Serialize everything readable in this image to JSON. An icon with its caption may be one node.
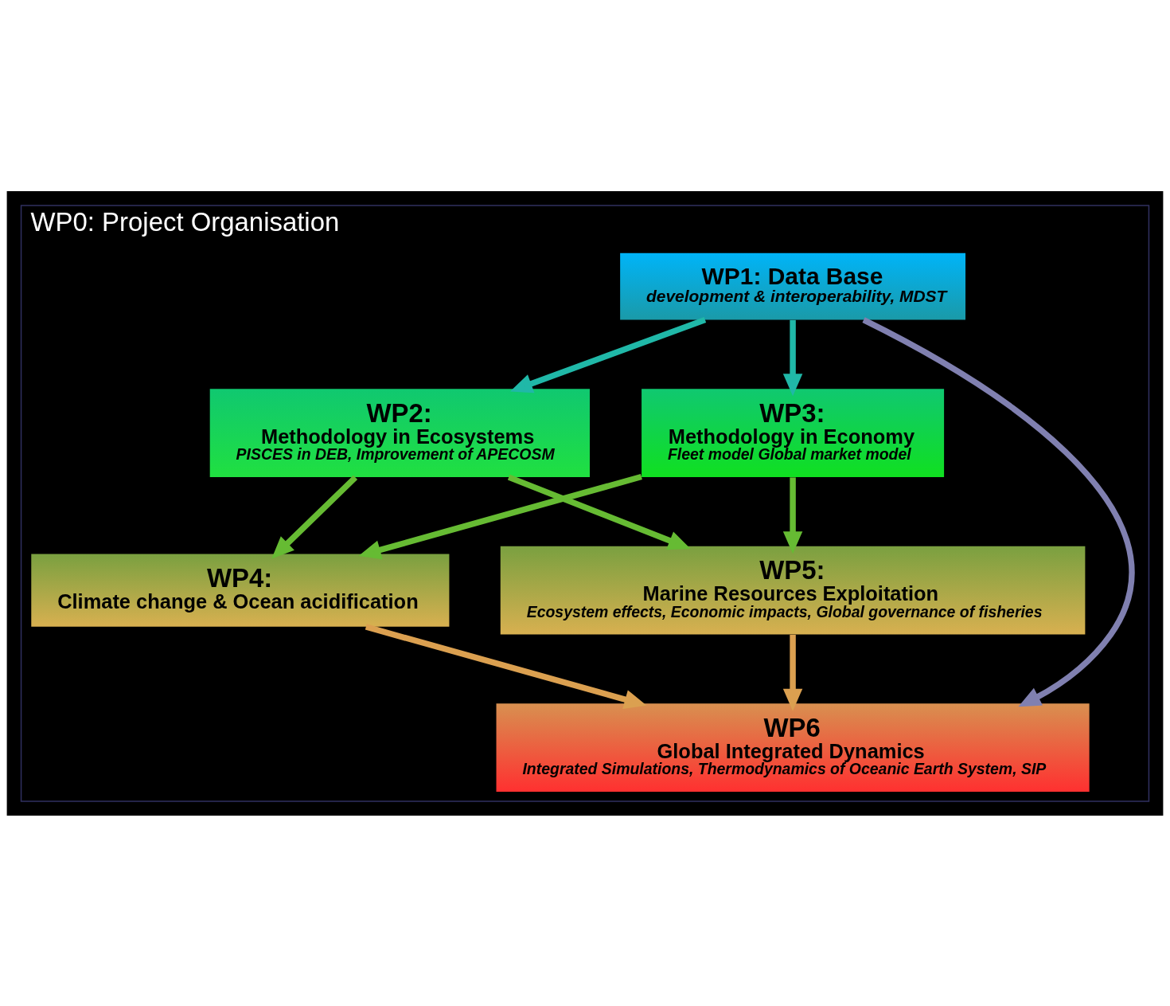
{
  "diagram": {
    "nodes": [
      {
        "text": [
          "WP0: Project Organisation"
        ]
      },
      {
        "text": [
          "WP1: Data Base",
          "development & interoperability, MDST"
        ],
        "in": 0
      },
      {
        "text": [
          "WP2:",
          "Methodology in Ecosystems",
          "PISCES in DEB, Improvement of APECOSM"
        ],
        "in": 0
      },
      {
        "text": [
          "WP3:",
          "Methodology in Economy",
          "Fleet model Global market model"
        ],
        "in": 0
      },
      {
        "text": [
          "WP4:",
          "Climate change & Ocean acidification"
        ],
        "in": 0
      },
      {
        "text": [
          "WP5:",
          "Marine Resources Exploitation",
          "Ecosystem effects, Economic impacts, Global governance of fisheries"
        ],
        "in": 0
      },
      {
        "text": [
          "WP6",
          "Global Integrated Dynamics",
          "Integrated Simulations, Thermodynamics of Oceanic Earth System, SIP"
        ],
        "in": 0
      }
    ],
    "edges": [
      {
        "from": 1,
        "to": 2,
        "arrow": "to",
        "color": "#20b8a8"
      },
      {
        "from": 1,
        "to": 3,
        "arrow": "to",
        "color": "#20b8a8"
      },
      {
        "from": 2,
        "to": 4,
        "arrow": "to",
        "color": "#66bb33"
      },
      {
        "from": 2,
        "to": 5,
        "arrow": "to",
        "color": "#66bb33"
      },
      {
        "from": 3,
        "to": 4,
        "arrow": "to",
        "color": "#66bb33"
      },
      {
        "from": 3,
        "to": 5,
        "arrow": "to",
        "color": "#66bb33"
      },
      {
        "from": 4,
        "to": 6,
        "arrow": "to",
        "color": "#dba050"
      },
      {
        "from": 5,
        "to": 6,
        "arrow": "to",
        "color": "#dba050"
      },
      {
        "from": 1,
        "to": 6,
        "arrow": "to",
        "color": "#8080b0"
      }
    ]
  }
}
